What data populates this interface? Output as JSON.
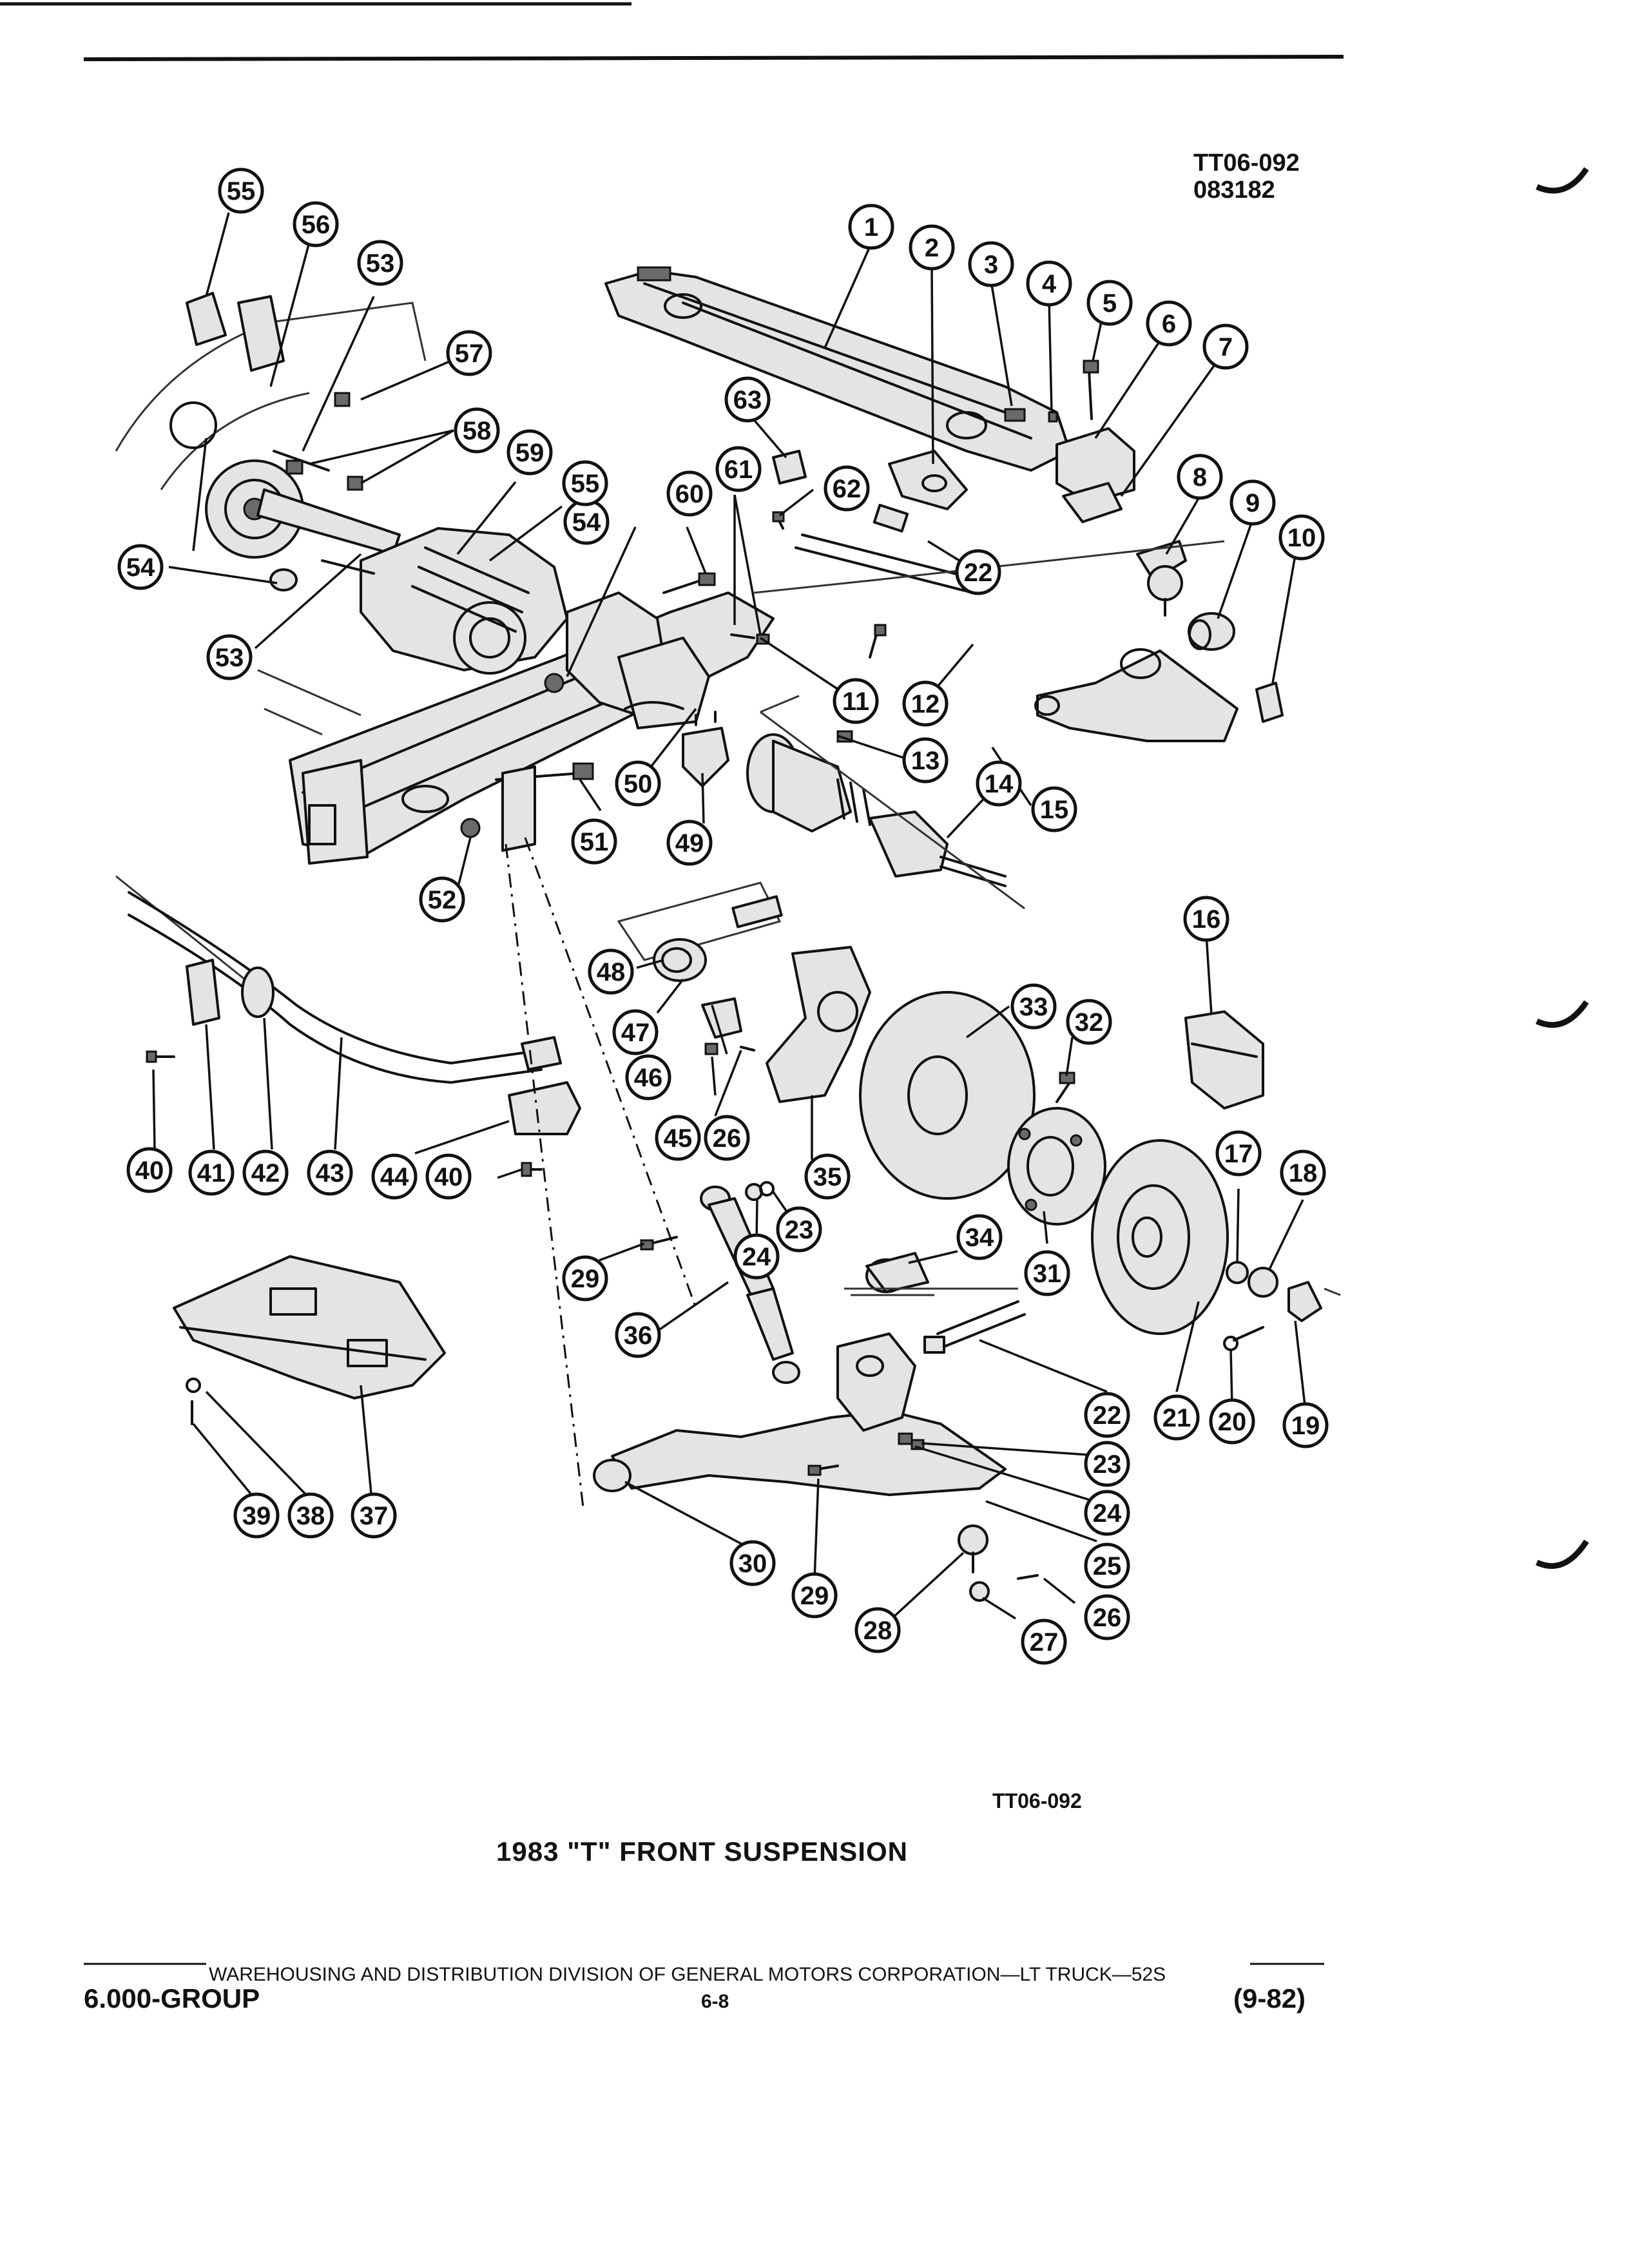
{
  "header": {
    "code": "TT06-092",
    "number": "083182"
  },
  "figure_code": "TT06-092",
  "title": "1983 \"T\" FRONT SUSPENSION",
  "footer": {
    "division_line": "WAREHOUSING AND DISTRIBUTION  DIVISION OF GENERAL MOTORS CORPORATION—LT TRUCK—52S",
    "group": "6.000-GROUP",
    "page": "6-8",
    "date": "(9-82)"
  },
  "callouts": [
    {
      "id": "c1",
      "label": "1"
    },
    {
      "id": "c2",
      "label": "2"
    },
    {
      "id": "c3",
      "label": "3"
    },
    {
      "id": "c4",
      "label": "4"
    },
    {
      "id": "c5",
      "label": "5"
    },
    {
      "id": "c6",
      "label": "6"
    },
    {
      "id": "c7",
      "label": "7"
    },
    {
      "id": "c8",
      "label": "8"
    },
    {
      "id": "c9",
      "label": "9"
    },
    {
      "id": "c10",
      "label": "10"
    },
    {
      "id": "c11",
      "label": "11"
    },
    {
      "id": "c12",
      "label": "12"
    },
    {
      "id": "c13",
      "label": "13"
    },
    {
      "id": "c14",
      "label": "14"
    },
    {
      "id": "c15",
      "label": "15"
    },
    {
      "id": "c16",
      "label": "16"
    },
    {
      "id": "c17",
      "label": "17"
    },
    {
      "id": "c18",
      "label": "18"
    },
    {
      "id": "c19",
      "label": "19"
    },
    {
      "id": "c20",
      "label": "20"
    },
    {
      "id": "c21",
      "label": "21"
    },
    {
      "id": "c22a",
      "label": "22"
    },
    {
      "id": "c22b",
      "label": "22"
    },
    {
      "id": "c23a",
      "label": "23"
    },
    {
      "id": "c23b",
      "label": "23"
    },
    {
      "id": "c24a",
      "label": "24"
    },
    {
      "id": "c24b",
      "label": "24"
    },
    {
      "id": "c25",
      "label": "25"
    },
    {
      "id": "c26a",
      "label": "26"
    },
    {
      "id": "c26b",
      "label": "26"
    },
    {
      "id": "c27",
      "label": "27"
    },
    {
      "id": "c28",
      "label": "28"
    },
    {
      "id": "c29a",
      "label": "29"
    },
    {
      "id": "c29b",
      "label": "29"
    },
    {
      "id": "c30",
      "label": "30"
    },
    {
      "id": "c31",
      "label": "31"
    },
    {
      "id": "c32",
      "label": "32"
    },
    {
      "id": "c33",
      "label": "33"
    },
    {
      "id": "c34",
      "label": "34"
    },
    {
      "id": "c35",
      "label": "35"
    },
    {
      "id": "c36",
      "label": "36"
    },
    {
      "id": "c37",
      "label": "37"
    },
    {
      "id": "c38",
      "label": "38"
    },
    {
      "id": "c39",
      "label": "39"
    },
    {
      "id": "c40a",
      "label": "40"
    },
    {
      "id": "c40b",
      "label": "40"
    },
    {
      "id": "c41",
      "label": "41"
    },
    {
      "id": "c42",
      "label": "42"
    },
    {
      "id": "c43",
      "label": "43"
    },
    {
      "id": "c44",
      "label": "44"
    },
    {
      "id": "c45",
      "label": "45"
    },
    {
      "id": "c46",
      "label": "46"
    },
    {
      "id": "c47",
      "label": "47"
    },
    {
      "id": "c48",
      "label": "48"
    },
    {
      "id": "c49",
      "label": "49"
    },
    {
      "id": "c50",
      "label": "50"
    },
    {
      "id": "c51",
      "label": "51"
    },
    {
      "id": "c52",
      "label": "52"
    },
    {
      "id": "c53a",
      "label": "53"
    },
    {
      "id": "c53b",
      "label": "53"
    },
    {
      "id": "c54a",
      "label": "54"
    },
    {
      "id": "c54b",
      "label": "54"
    },
    {
      "id": "c55a",
      "label": "55"
    },
    {
      "id": "c55b",
      "label": "55"
    },
    {
      "id": "c56",
      "label": "56"
    },
    {
      "id": "c57",
      "label": "57"
    },
    {
      "id": "c58",
      "label": "58"
    },
    {
      "id": "c59",
      "label": "59"
    },
    {
      "id": "c60",
      "label": "60"
    },
    {
      "id": "c61",
      "label": "61"
    },
    {
      "id": "c62",
      "label": "62"
    },
    {
      "id": "c63",
      "label": "63"
    }
  ]
}
